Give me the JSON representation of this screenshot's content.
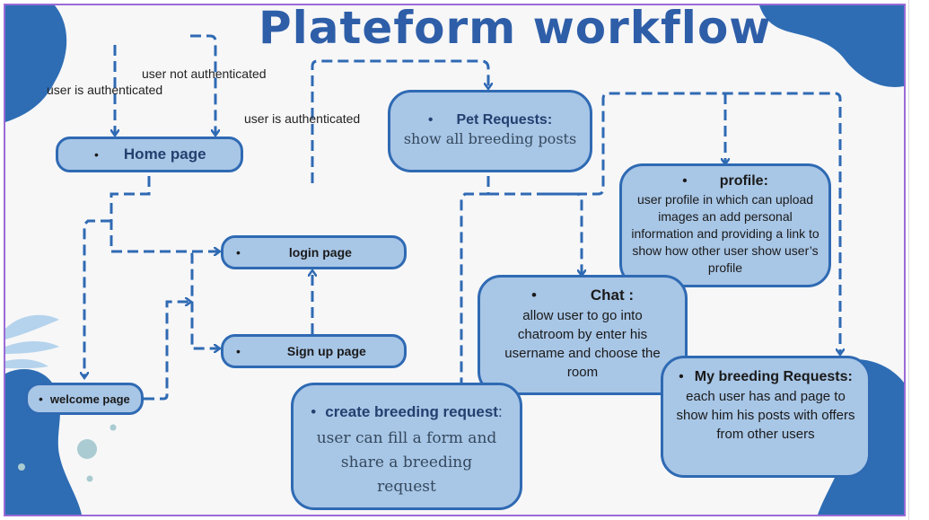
{
  "title": "Plateform workflow",
  "edge_labels": {
    "user_authenticated_left": "user is  authenticated",
    "user_not_authenticated": "user  not authenticated",
    "user_authenticated_mid": "user is authenticated"
  },
  "nodes": {
    "home": {
      "bullet": "•",
      "label": "Home page"
    },
    "login": {
      "bullet": "•",
      "label": "login page"
    },
    "signup": {
      "bullet": "•",
      "label": "Sign up page"
    },
    "welcome": {
      "bullet": "•",
      "label": "welcome page"
    },
    "pet_requests": {
      "bullet": "•",
      "title": "Pet Requests:",
      "body": "show all breeding posts"
    },
    "profile": {
      "bullet": "•",
      "title": "profile:",
      "body": "user profile in which can upload images an add personal information and providing a link to show how other user show user’s profile"
    },
    "chat": {
      "bullet": "•",
      "title": "Chat :",
      "body": "allow user to go into chatroom by enter  his username and choose the room"
    },
    "create_request": {
      "bullet": "•",
      "title": "create breeding request",
      "title_suffix": ":",
      "body": "user can fill a  form and share a breeding request"
    },
    "my_requests": {
      "bullet": "•",
      "title": "My breeding  Requests:",
      "body": "each user has and page to show him his posts with offers from other users"
    }
  },
  "colors": {
    "node_fill": "#a8c6e6",
    "node_border": "#2f6ab3",
    "arrow": "#2f6ab3",
    "blob": "#2e6db4",
    "title": "#2e5ea8",
    "frame": "#9a6bd6"
  }
}
